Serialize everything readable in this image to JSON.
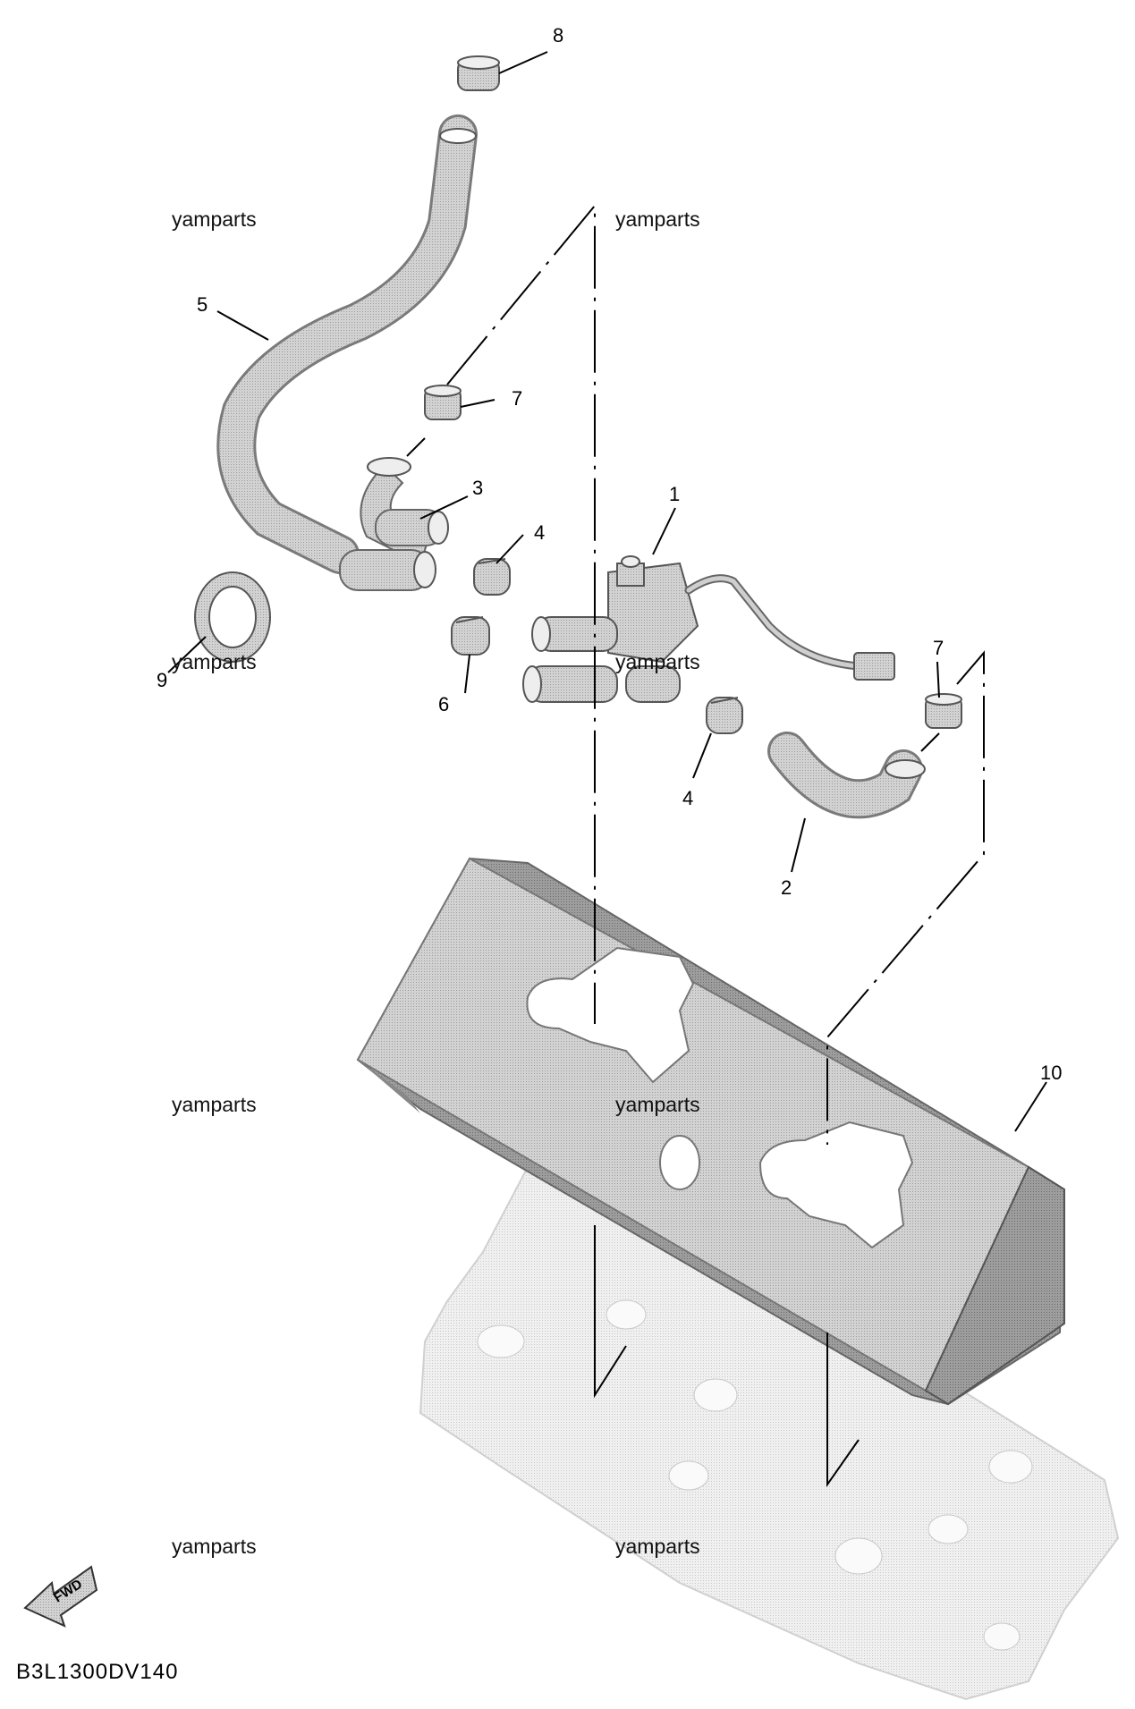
{
  "diagram": {
    "code": "B3L1300DV140",
    "fwd_label": "FWD",
    "watermark": "yamparts",
    "callouts": [
      "1",
      "2",
      "3",
      "4",
      "4",
      "5",
      "6",
      "7",
      "7",
      "8",
      "9",
      "10"
    ],
    "colors": {
      "part_fill": "#c4c4c4",
      "part_shadow": "#8f8f8f",
      "cover_fill": "#bdbdbd",
      "cover_dark": "#9a9a9a",
      "head_fill": "#ececec",
      "line": "#000000"
    }
  }
}
